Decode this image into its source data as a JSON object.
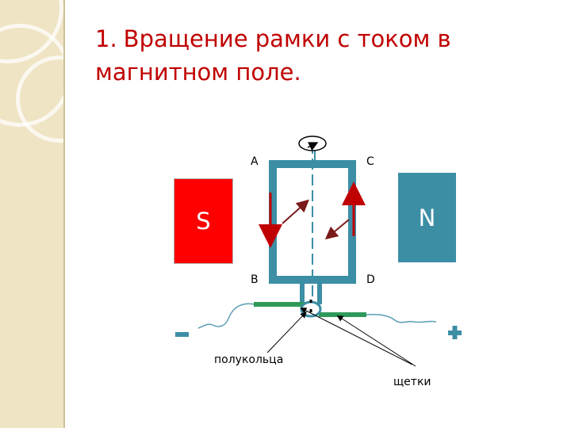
{
  "title": {
    "number": "1.",
    "line1": "Вращение рамки с током в",
    "line2": "магнитном поле."
  },
  "magnets": {
    "south": "S",
    "north": "N"
  },
  "frame_labels": {
    "a": "A",
    "b": "B",
    "c": "C",
    "d": "D"
  },
  "terminals": {
    "minus": "−",
    "plus": "+"
  },
  "captions": {
    "half_rings": "полукольца",
    "brushes": "щетки"
  },
  "colors": {
    "title": "#c00000",
    "magnet_south": "#ff0000",
    "magnet_north": "#3c8ea5",
    "frame": "#3c8ea5",
    "brush": "#2e9a5a",
    "arrow": "#c00000",
    "wire": "#5a9fb5"
  }
}
